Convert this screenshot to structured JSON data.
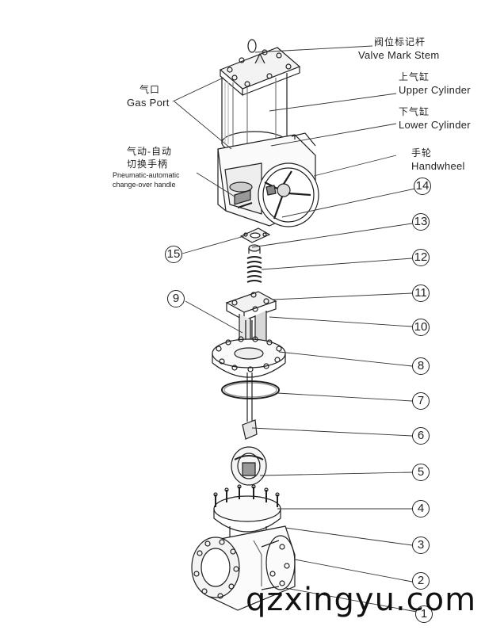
{
  "labels": {
    "valve_mark_stem_zh": "阀位标记杆",
    "valve_mark_stem_en": "Valve Mark Stem",
    "upper_cylinder_zh": "上气缸",
    "upper_cylinder_en": "Upper Cylinder",
    "lower_cylinder_zh": "下气缸",
    "lower_cylinder_en": "Lower Cylinder",
    "handwheel_zh": "手轮",
    "handwheel_en": "Handwheel",
    "gas_port_zh": "气口",
    "gas_port_en": "Gas Port",
    "changeover_zh_1": "气动-自动",
    "changeover_zh_2": "切换手柄",
    "changeover_en_1": "Pneumatic-automatic",
    "changeover_en_2": "change-over handle"
  },
  "part_numbers": [
    "14",
    "13",
    "12",
    "11",
    "10",
    "9",
    "15",
    "8",
    "7",
    "6",
    "5",
    "4",
    "3",
    "2",
    "1"
  ],
  "watermark": "qzxingyu.com"
}
